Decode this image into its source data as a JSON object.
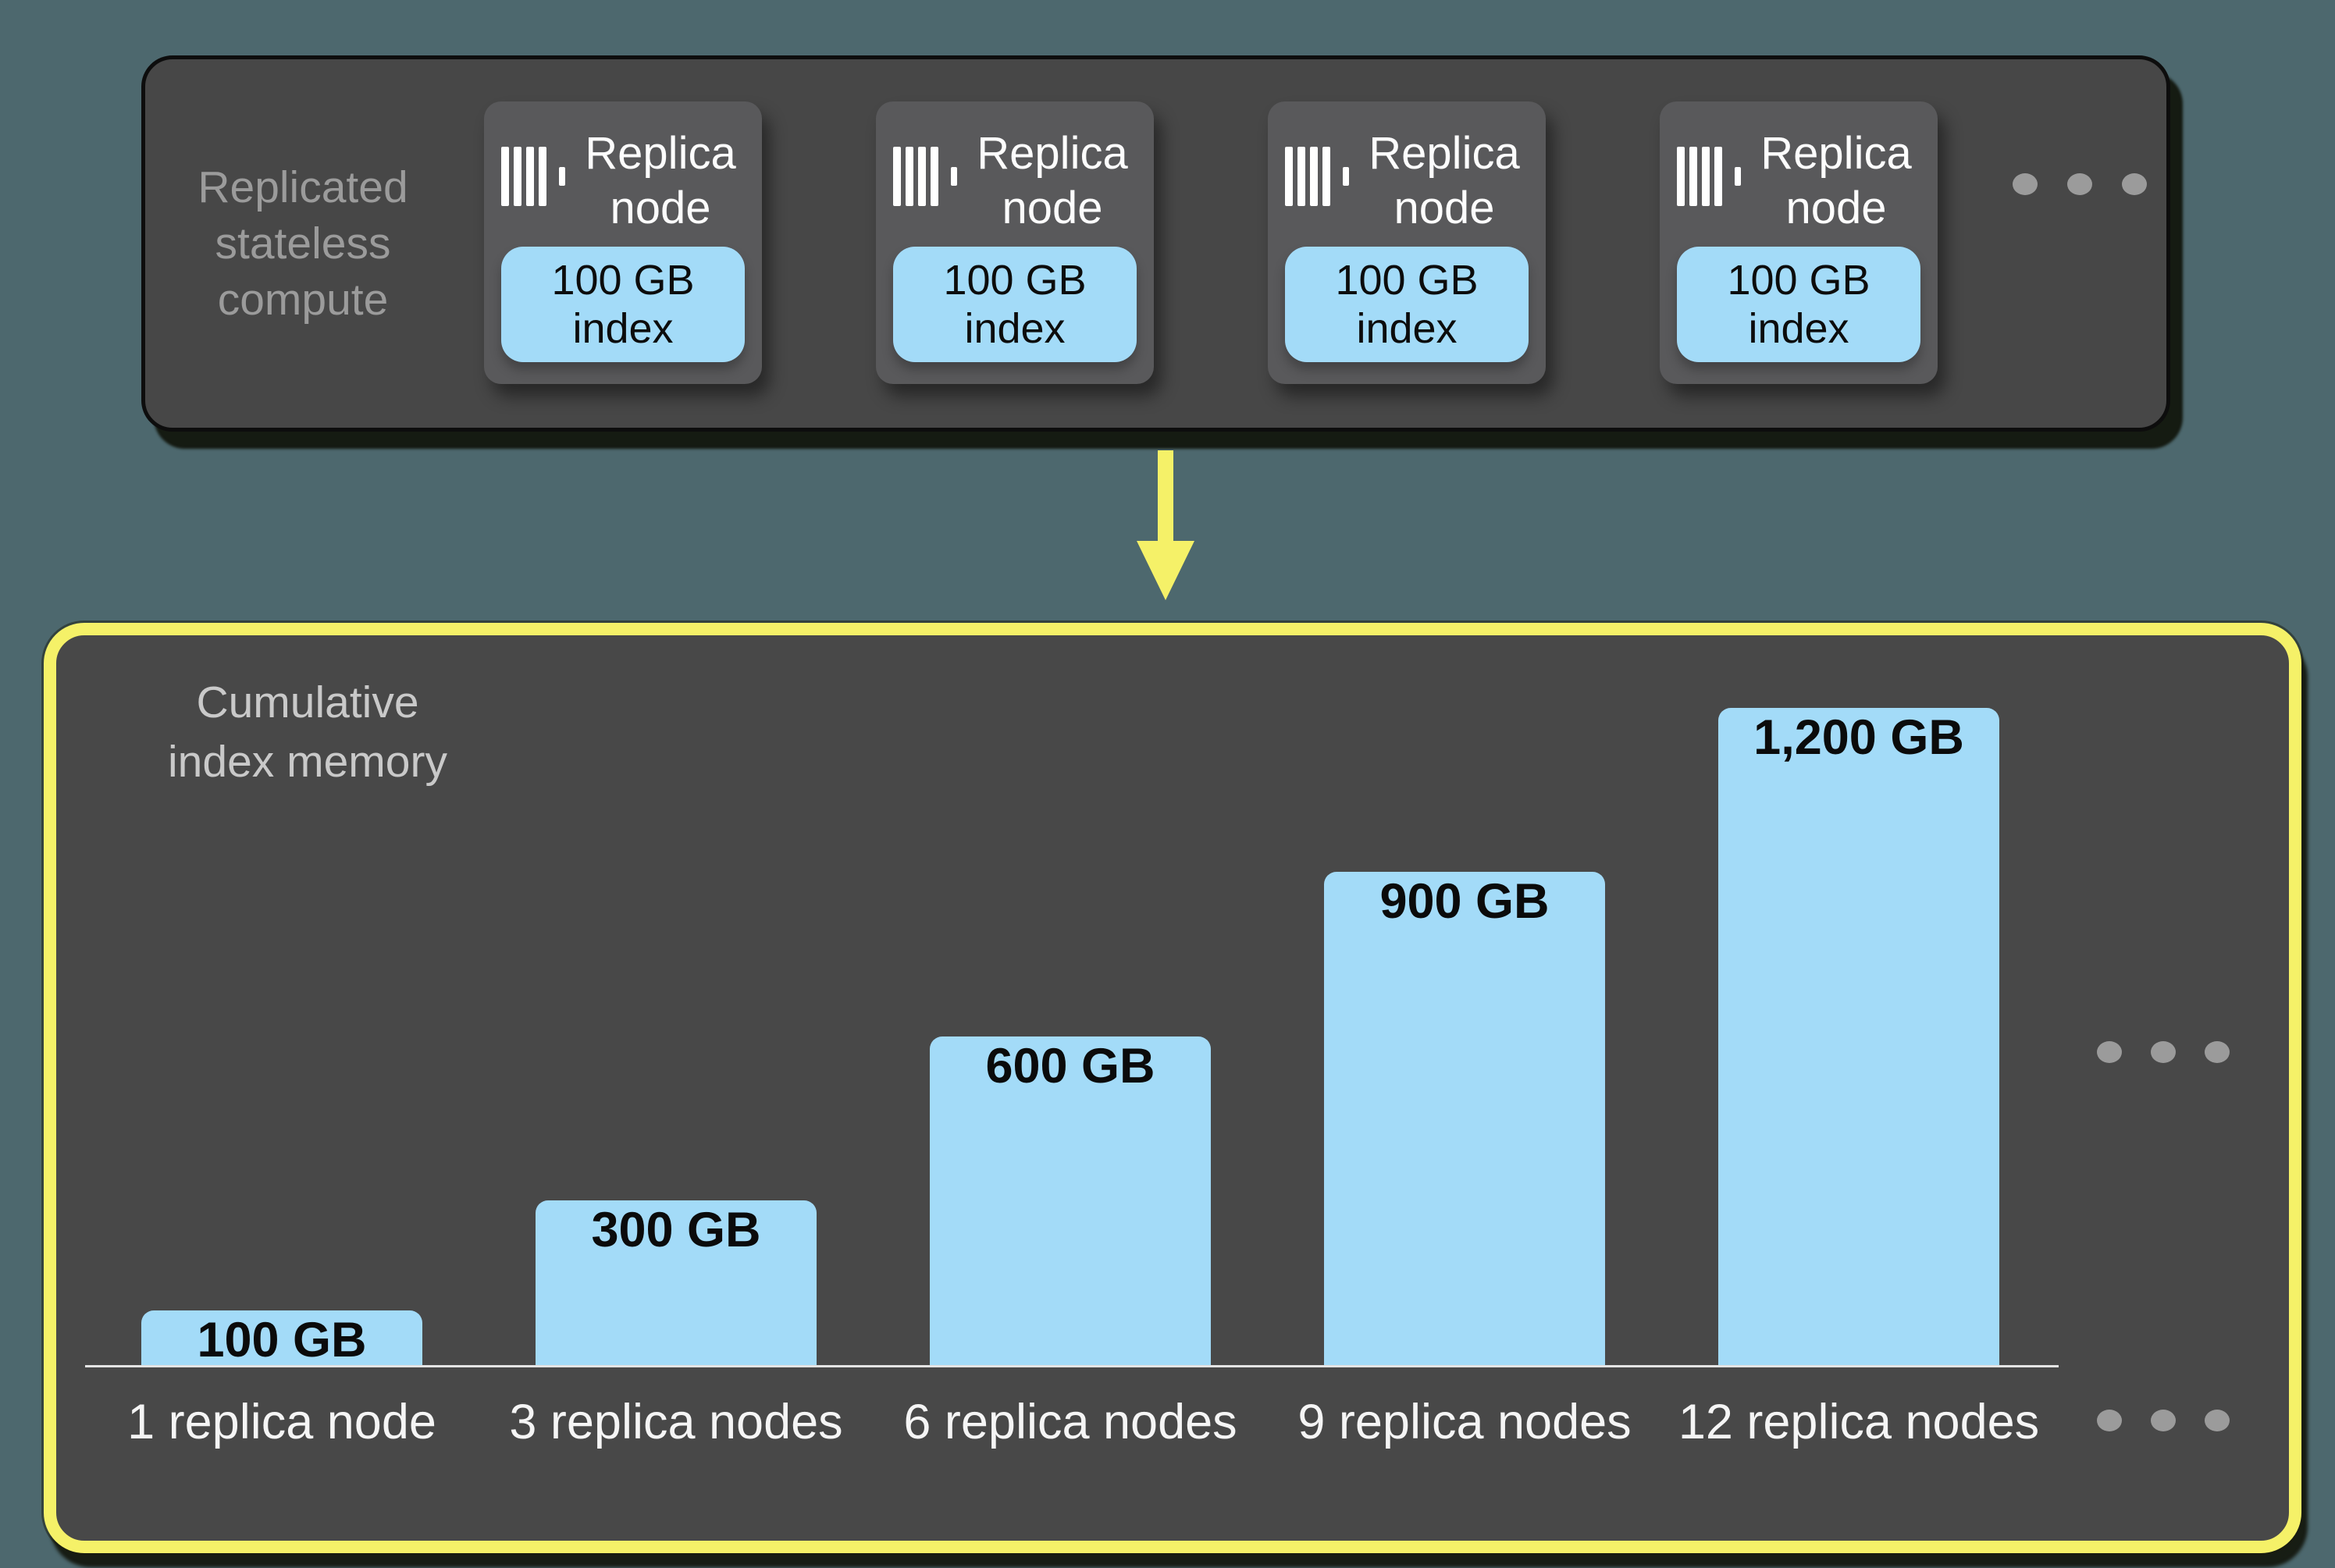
{
  "colors": {
    "background": "#4d686e",
    "panel_gray": "#474747",
    "panel_border_black": "#0d0d0d",
    "card_gray": "#59595b",
    "accent_blue": "#a3dbf8",
    "accent_yellow": "#f5f168",
    "muted_label_gray": "#9b9b9b",
    "chart_title_gray": "#c9c9c9",
    "axis_line_gray": "#e4e4e4",
    "dot_gray": "#9b9b9b",
    "text_white": "#fdfdfd",
    "text_black": "#0b0b0b"
  },
  "top_panel": {
    "label": "Replicated stateless compute",
    "nodes": [
      {
        "title": "Replica node",
        "badge": "100 GB index"
      },
      {
        "title": "Replica node",
        "badge": "100 GB index"
      },
      {
        "title": "Replica node",
        "badge": "100 GB index"
      },
      {
        "title": "Replica node",
        "badge": "100 GB index"
      }
    ],
    "node_icon": "vertical-bars-icon",
    "overflow_indicator": "ellipsis (more replica nodes)"
  },
  "arrow": {
    "direction": "down",
    "color": "#f5f168"
  },
  "chart_data": {
    "type": "bar",
    "title": "Cumulative index memory",
    "categories": [
      "1 replica node",
      "3 replica nodes",
      "6 replica nodes",
      "9 replica nodes",
      "12 replica nodes"
    ],
    "values": [
      100,
      300,
      600,
      900,
      1200
    ],
    "value_labels": [
      "100 GB",
      "300 GB",
      "600 GB",
      "900 GB",
      "1,200 GB"
    ],
    "unit": "GB",
    "xlabel": "",
    "ylabel": "",
    "ylim": [
      0,
      1250
    ],
    "grid": false,
    "legend": false,
    "bar_color": "#a3dbf8",
    "value_label_position": "inside-top",
    "continuation_dots": "ellipsis right of bars and right of category labels"
  }
}
